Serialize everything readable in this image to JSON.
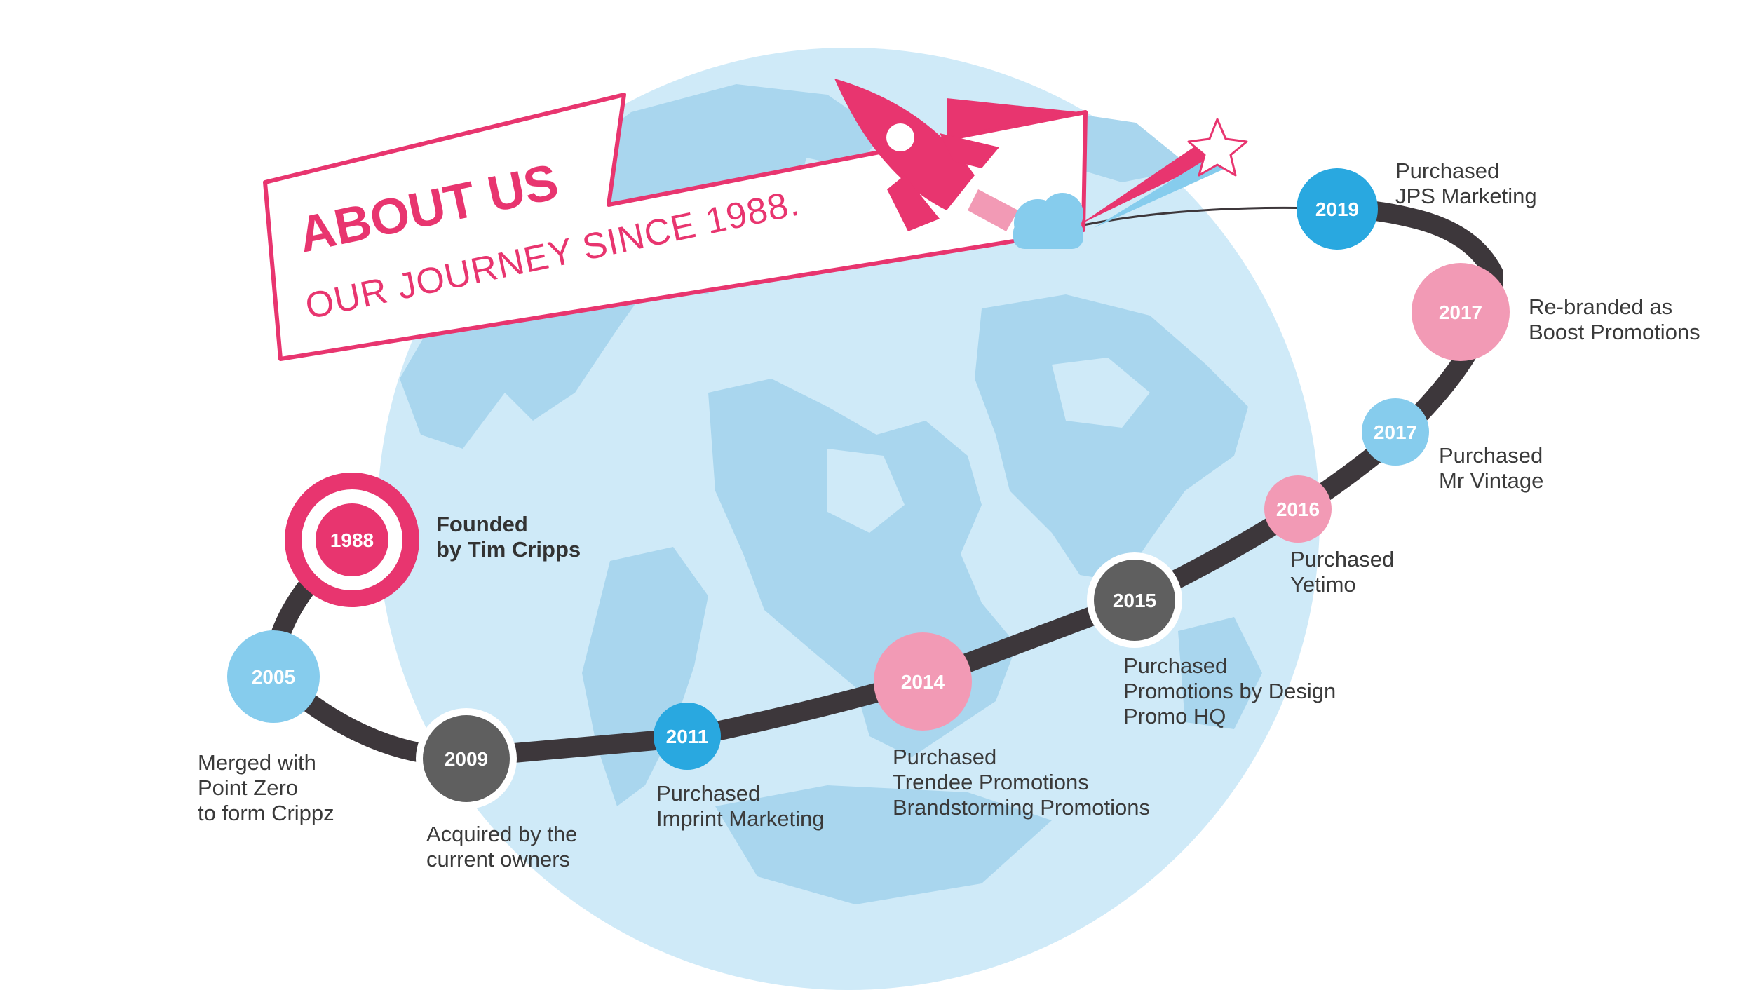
{
  "banner": {
    "title": "ABOUT US",
    "subtitle": "OUR JOURNEY SINCE 1988."
  },
  "colors": {
    "pink": "#e8356f",
    "light_pink": "#f29ab5",
    "blue": "#29a8e0",
    "light_blue": "#86cced",
    "dark_gray": "#5f5f5f",
    "track": "#3d373b",
    "globe": "#cfeaf8",
    "land": "#a9d6ee"
  },
  "milestones": [
    {
      "year": "1988",
      "lines": [
        "Founded",
        "by Tim Cripps"
      ]
    },
    {
      "year": "2005",
      "lines": [
        "Merged with",
        "Point Zero",
        "to form Crippz"
      ]
    },
    {
      "year": "2009",
      "lines": [
        "Acquired by the",
        "current owners"
      ]
    },
    {
      "year": "2011",
      "lines": [
        "Purchased",
        "Imprint Marketing"
      ]
    },
    {
      "year": "2014",
      "lines": [
        "Purchased",
        "Trendee Promotions",
        "Brandstorming Promotions"
      ]
    },
    {
      "year": "2015",
      "lines": [
        "Purchased",
        "Promotions by Design",
        "Promo HQ"
      ]
    },
    {
      "year": "2016",
      "lines": [
        "Purchased",
        "Yetimo"
      ]
    },
    {
      "year": "2017",
      "lines": [
        "Purchased",
        "Mr Vintage"
      ]
    },
    {
      "year": "2017",
      "lines": [
        "Re-branded as",
        "Boost Promotions"
      ]
    },
    {
      "year": "2019",
      "lines": [
        "Purchased",
        "JPS Marketing"
      ]
    }
  ]
}
